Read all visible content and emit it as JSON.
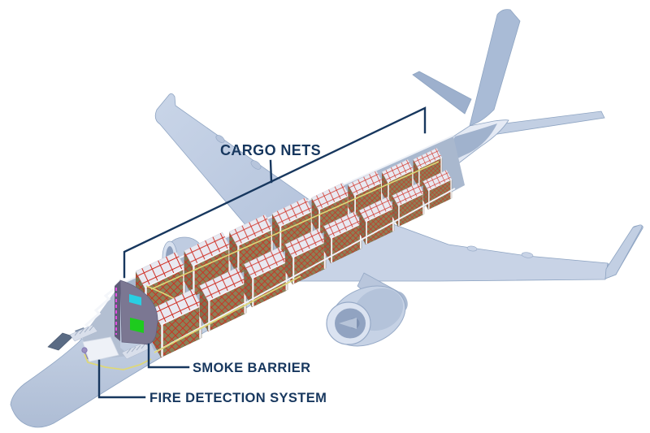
{
  "figure": {
    "type": "freighter-aircraft-cutaway-diagram",
    "background": "#ffffff",
    "labels": {
      "cargo_nets": "CARGO NETS",
      "smoke_barrier": "SMOKE BARRIER",
      "fire_detection": "FIRE DETECTION SYSTEM"
    },
    "label_color": "#17375e",
    "leader_color": "#17375e",
    "airframe_color": "#c9d4e6",
    "cargo": {
      "rows": 2,
      "containers_per_row": 8,
      "net_color": "#cf2b20",
      "container_side_color": "#8b8056",
      "container_top_color": "#e9e9f1"
    },
    "smoke_barrier_panel": {
      "panel_color": "#7b7792",
      "window_color": "#29cfe3",
      "door_color": "#1ecb1e",
      "edge_highlight_color": "#e04fe0"
    },
    "fire_detection_loop_color": "#ded878"
  }
}
